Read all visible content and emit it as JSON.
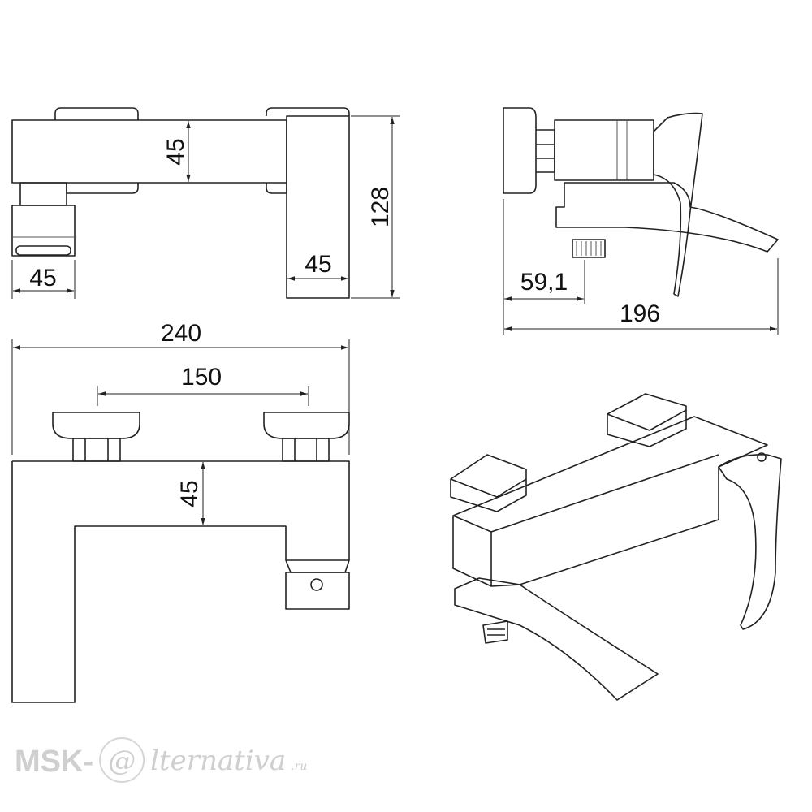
{
  "dimensions": {
    "top_view_body_height": "45",
    "top_view_total_depth": "128",
    "top_view_right_width": "45",
    "top_view_left_width": "45",
    "side_view_offset": "59,1",
    "side_view_total_length": "196",
    "front_view_total_width": "240",
    "front_view_handle_spacing": "150",
    "front_view_body_height": "45"
  },
  "watermark": {
    "prefix": "MSK-",
    "at_symbol": "@",
    "name": "lternativa",
    "suffix": ".ru"
  }
}
